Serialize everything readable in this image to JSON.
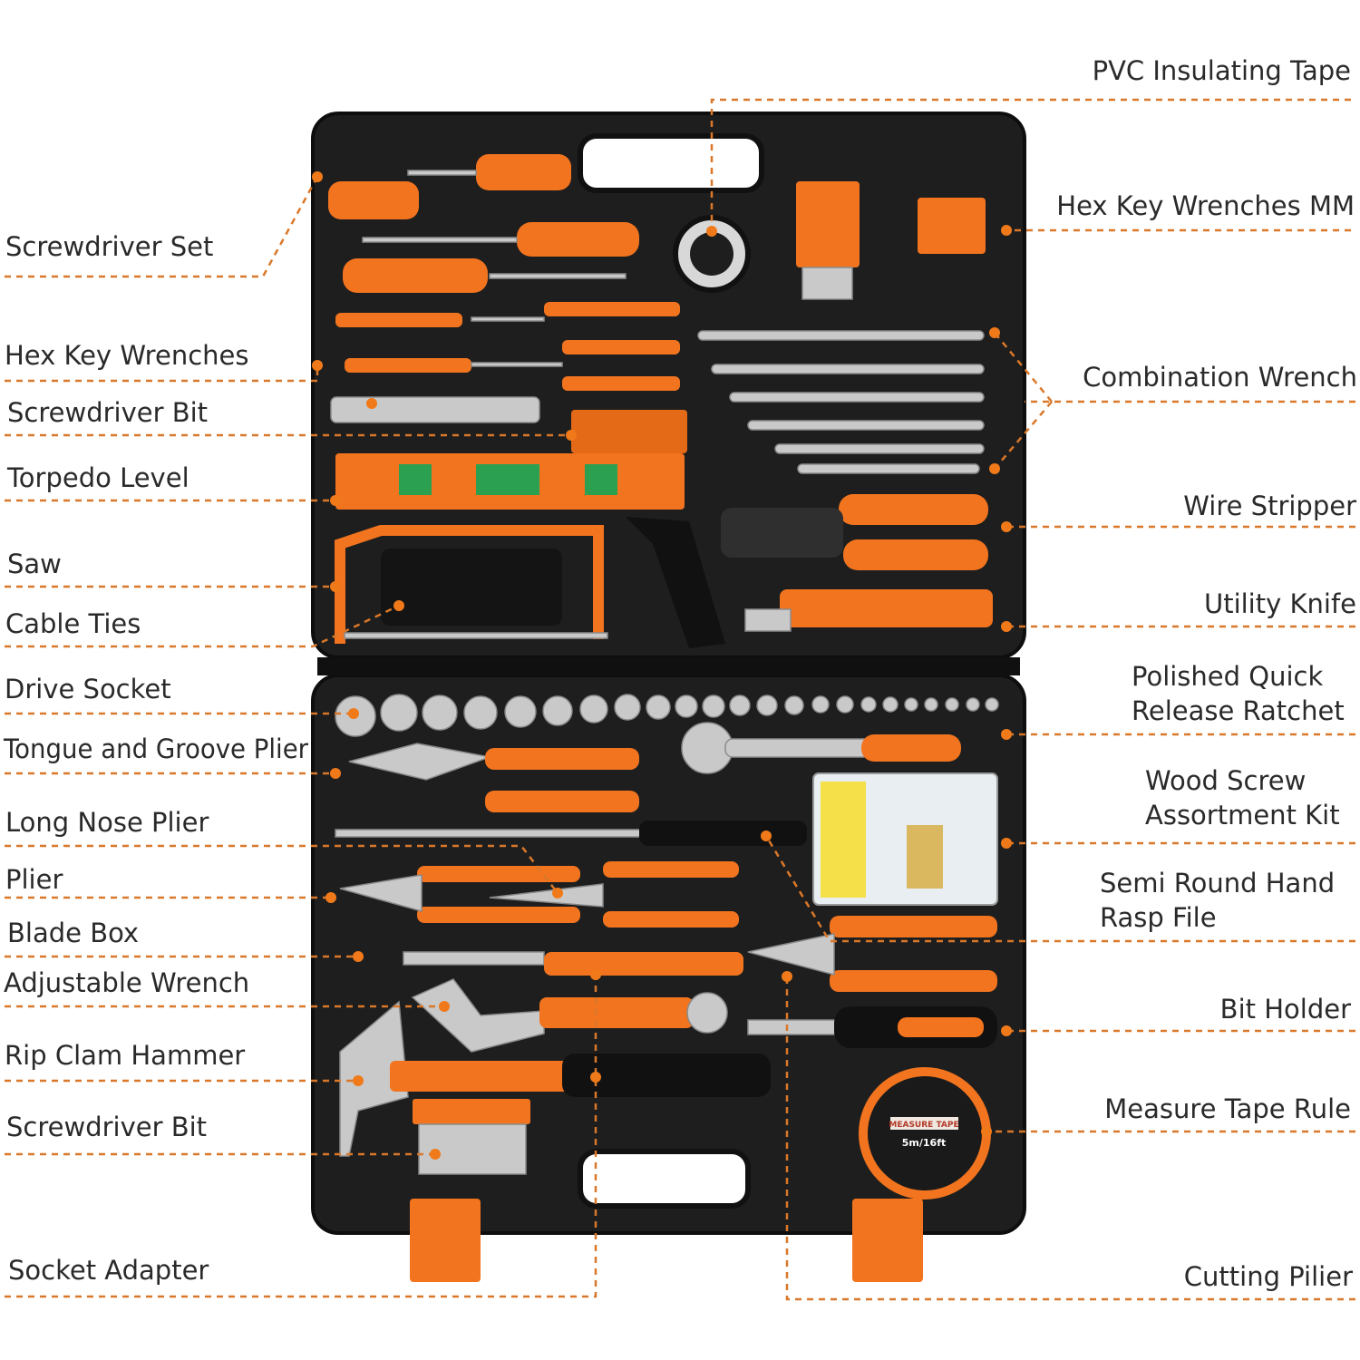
{
  "left_labels": [
    {
      "id": "screwdriver-set",
      "text": "Screwdriver Set"
    },
    {
      "id": "hex-key-wrenches",
      "text": "Hex Key Wrenches"
    },
    {
      "id": "screwdriver-bit-top",
      "text": "Screwdriver Bit"
    },
    {
      "id": "torpedo-level",
      "text": "Torpedo Level"
    },
    {
      "id": "saw",
      "text": "Saw"
    },
    {
      "id": "cable-ties",
      "text": "Cable Ties"
    },
    {
      "id": "drive-socket",
      "text": "Drive Socket"
    },
    {
      "id": "tongue-groove-plier",
      "text": "Tongue and Groove Plier"
    },
    {
      "id": "long-nose-plier",
      "text": "Long Nose Plier"
    },
    {
      "id": "plier",
      "text": "Plier"
    },
    {
      "id": "blade-box",
      "text": "Blade Box"
    },
    {
      "id": "adjustable-wrench",
      "text": "Adjustable Wrench"
    },
    {
      "id": "rip-clam-hammer",
      "text": "Rip Clam Hammer"
    },
    {
      "id": "screwdriver-bit-bottom",
      "text": "Screwdriver Bit"
    },
    {
      "id": "socket-adapter",
      "text": "Socket Adapter"
    }
  ],
  "right_labels": [
    {
      "id": "pvc-insulating-tape",
      "lines": [
        "PVC Insulating Tape"
      ]
    },
    {
      "id": "hex-key-wrenches-mm",
      "lines": [
        "Hex Key Wrenches MM"
      ]
    },
    {
      "id": "combination-wrench",
      "lines": [
        "Combination Wrench"
      ]
    },
    {
      "id": "wire-stripper",
      "lines": [
        "Wire Stripper"
      ]
    },
    {
      "id": "utility-knife",
      "lines": [
        "Utility Knife"
      ]
    },
    {
      "id": "quick-release-ratchet",
      "lines": [
        "Polished Quick",
        "Release Ratchet"
      ]
    },
    {
      "id": "wood-screw-kit",
      "lines": [
        "Wood Screw",
        "Assortment Kit"
      ]
    },
    {
      "id": "rasp-file",
      "lines": [
        "Semi Round Hand",
        "Rasp File"
      ]
    },
    {
      "id": "bit-holder",
      "lines": [
        "Bit Holder"
      ]
    },
    {
      "id": "measure-tape-rule",
      "lines": [
        "Measure Tape Rule"
      ]
    },
    {
      "id": "cutting-plier",
      "lines": [
        "Cutting Pilier"
      ]
    }
  ],
  "measure_tape": {
    "brand": "MEASURE TAPE",
    "size": "5m/16ft"
  },
  "colors": {
    "accent": "#f2741f",
    "leader": "#d9782a",
    "case": "#1e1e1e"
  }
}
